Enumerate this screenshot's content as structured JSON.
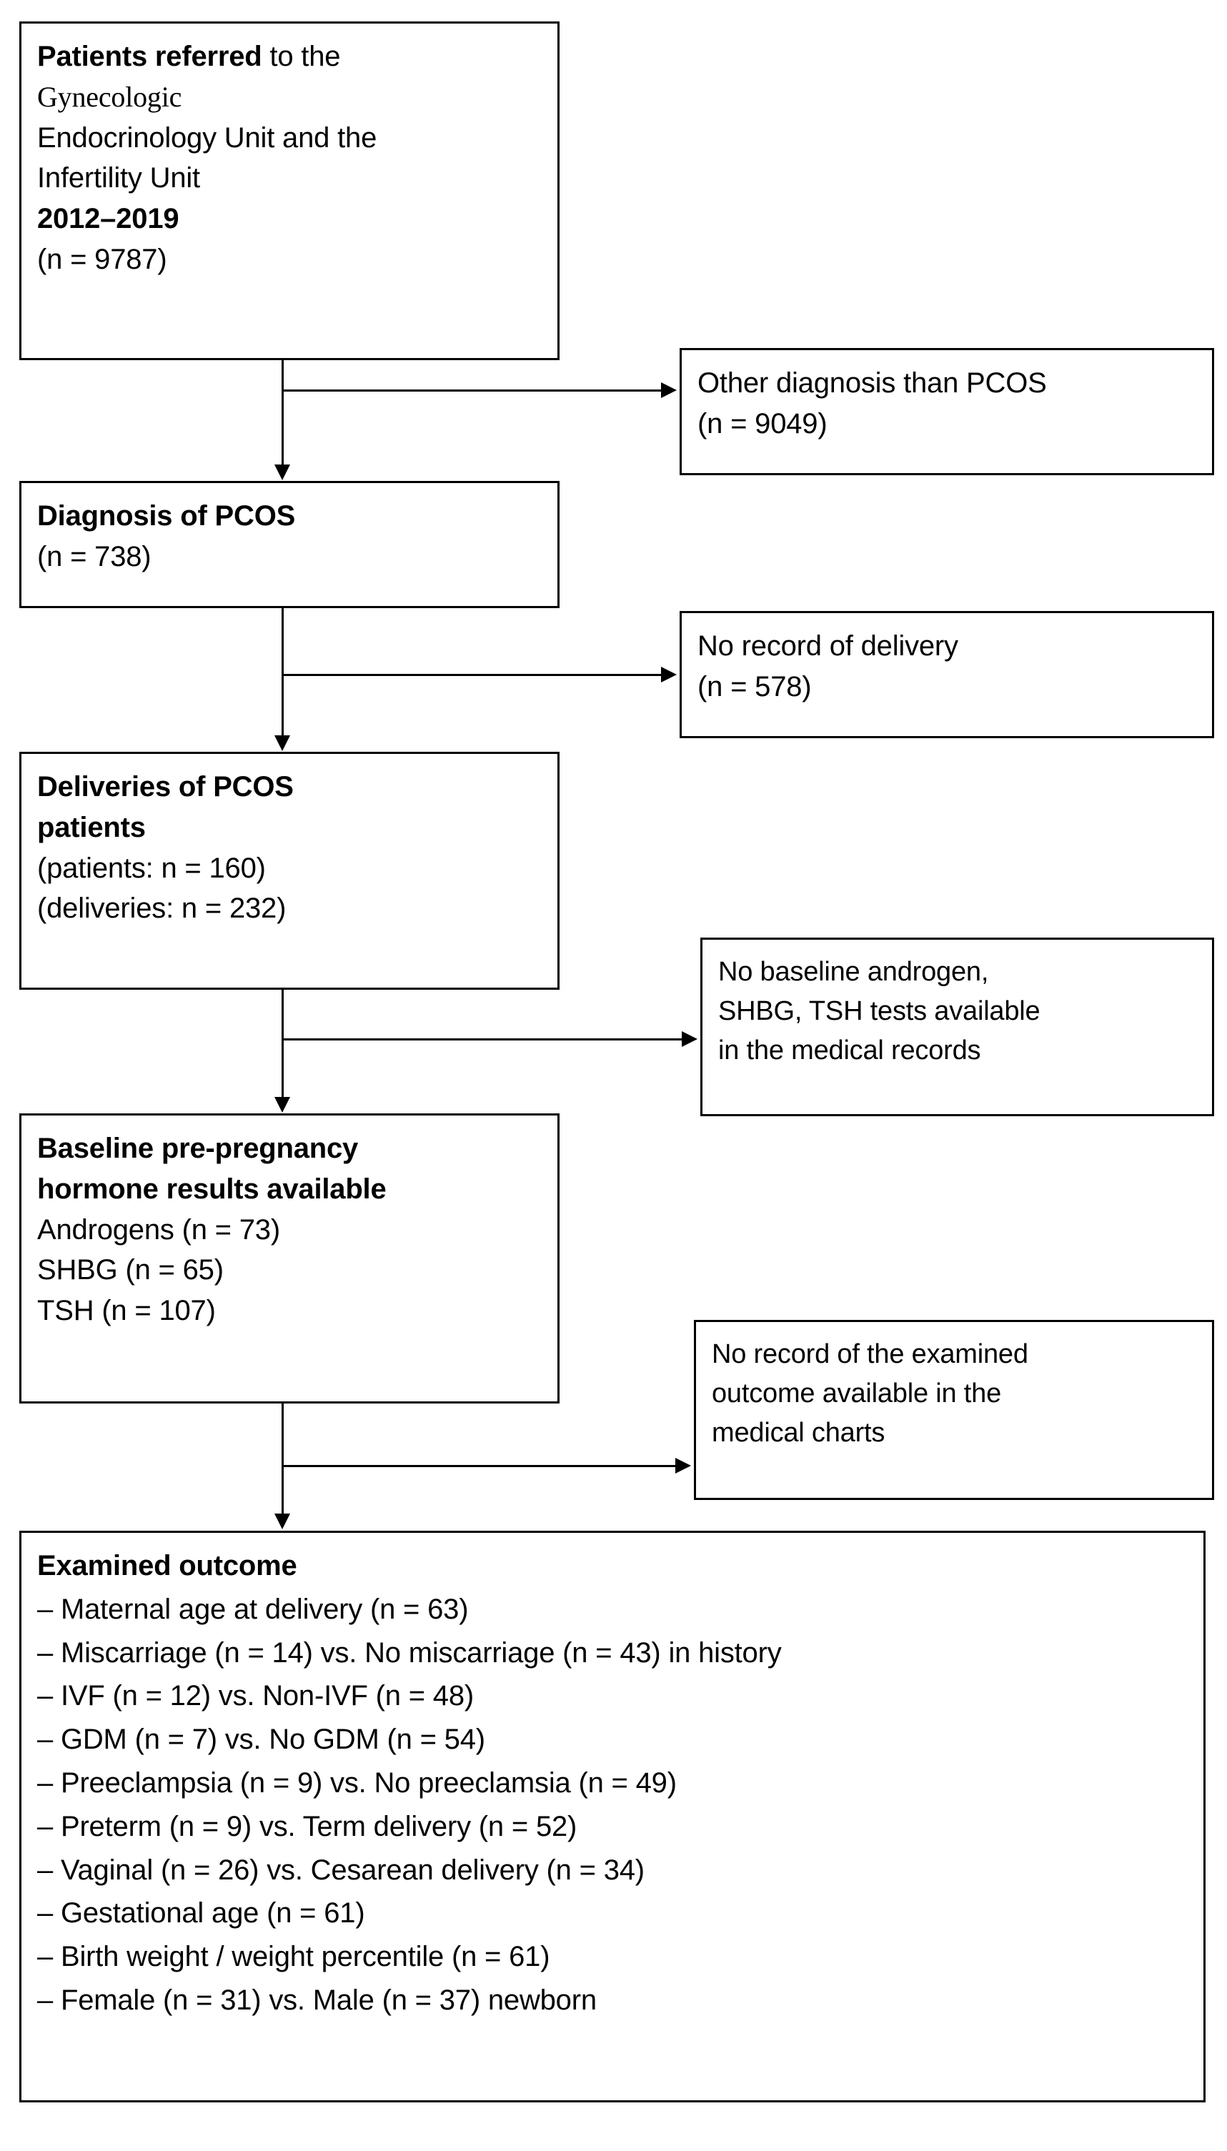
{
  "diagram": {
    "title": "PCOS patient selection flow diagram",
    "type": "flowchart",
    "colors": {
      "stroke": "#000000",
      "background": "#ffffff",
      "text": "#000000"
    },
    "nodes": {
      "referred": {
        "name": "Patients referred",
        "lines": [
          "Patients referred",
          " to the",
          "Gynecologic",
          "Endocrinology Unit and the",
          "Infertility Unit",
          "2012–2019",
          "(n = 9787)"
        ],
        "line1_bold": "Patients referred",
        "line1_rest": " to the",
        "line2": "Gynecologic",
        "line3": "Endocrinology Unit and the",
        "line4": "Infertility Unit",
        "line5": "2012–2019",
        "line6": "(n = 9787)",
        "n": 9787
      },
      "diagnosis": {
        "name": "Diagnosis of PCOS",
        "line1": "Diagnosis of PCOS",
        "line2": "(n = 738)",
        "n": 738
      },
      "deliveries": {
        "name": "Deliveries of PCOS patients",
        "line1": "Deliveries of PCOS",
        "line2": "patients",
        "line3": "(patients: n = 160)",
        "line4": "(deliveries: n = 232)",
        "patients": 160,
        "deliveries": 232
      },
      "baseline": {
        "name": "Baseline pre-pregnancy hormone results available",
        "line1": "Baseline pre-pregnancy",
        "line2": "hormone results available",
        "line3": "Androgens (n = 73)",
        "line4": "SHBG (n = 65)",
        "line5": "TSH (n = 107)",
        "androgens": 73,
        "shbg": 65,
        "tsh": 107
      },
      "outcome": {
        "name": "Examined outcome",
        "heading": "Examined outcome",
        "items": [
          "– Maternal age at delivery (n = 63)",
          "– Miscarriage (n = 14) vs. No miscarriage (n = 43) in history",
          "– IVF (n = 12)  vs. Non-IVF (n = 48)",
          "– GDM (n = 7) vs. No GDM (n = 54)",
          "– Preeclampsia (n = 9) vs. No preeclamsia (n = 49)",
          "– Preterm (n = 9) vs. Term delivery (n = 52)",
          "– Vaginal (n = 26) vs. Cesarean delivery (n = 34)",
          "– Gestational age (n = 61)",
          "– Birth weight / weight percentile (n = 61)",
          "– Female (n = 31) vs. Male (n = 37) newborn"
        ]
      }
    },
    "exclusions": {
      "other_diagnosis": {
        "name": "Other diagnosis than PCOS",
        "line1": "Other diagnosis than PCOS",
        "line2": "(n = 9049)",
        "n": 9049
      },
      "no_delivery": {
        "name": "No record of delivery",
        "line1": "No record of delivery",
        "line2": "(n = 578)",
        "n": 578
      },
      "no_hormone": {
        "name": "No baseline androgen, SHBG, TSH tests available in the medical records",
        "line1": "No baseline androgen,",
        "line2": "SHBG, TSH tests available",
        "line3": "in the medical records"
      },
      "no_outcome": {
        "name": "No record of the examined outcome available in the medical charts",
        "line1": "No record of the examined",
        "line2": "outcome available in the",
        "line3": "medical charts"
      }
    }
  }
}
